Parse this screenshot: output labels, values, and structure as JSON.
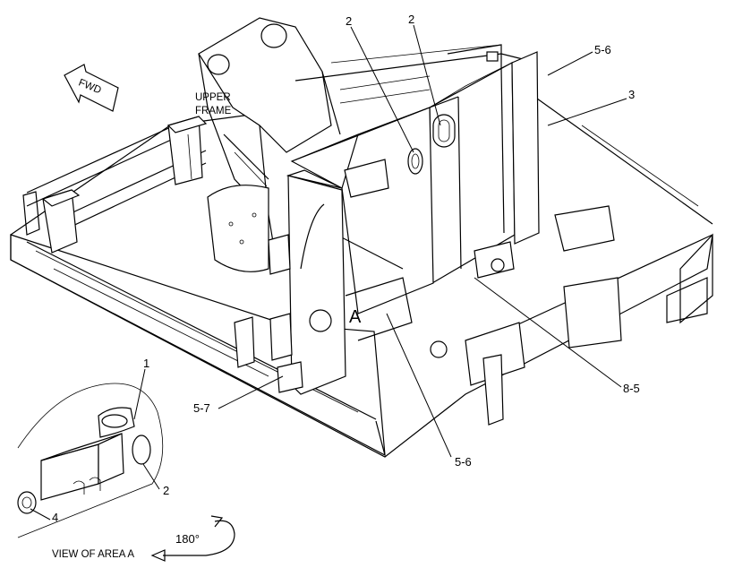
{
  "direction_label": "FWD",
  "upper_frame_label": [
    "UPPER",
    "FRAME"
  ],
  "area_marker": "A",
  "view_label": "VIEW OF AREA A",
  "rotation_label": "180°",
  "callouts": [
    {
      "id": "c2_left",
      "text": "2"
    },
    {
      "id": "c2_right",
      "text": "2"
    },
    {
      "id": "c56_top",
      "text": "5-6"
    },
    {
      "id": "c3",
      "text": "3"
    },
    {
      "id": "c85",
      "text": "8-5"
    },
    {
      "id": "c56_bottom",
      "text": "5-6"
    },
    {
      "id": "c57",
      "text": "5-7"
    },
    {
      "id": "c1",
      "text": "1"
    },
    {
      "id": "c2_detail",
      "text": "2"
    },
    {
      "id": "c4",
      "text": "4"
    }
  ]
}
